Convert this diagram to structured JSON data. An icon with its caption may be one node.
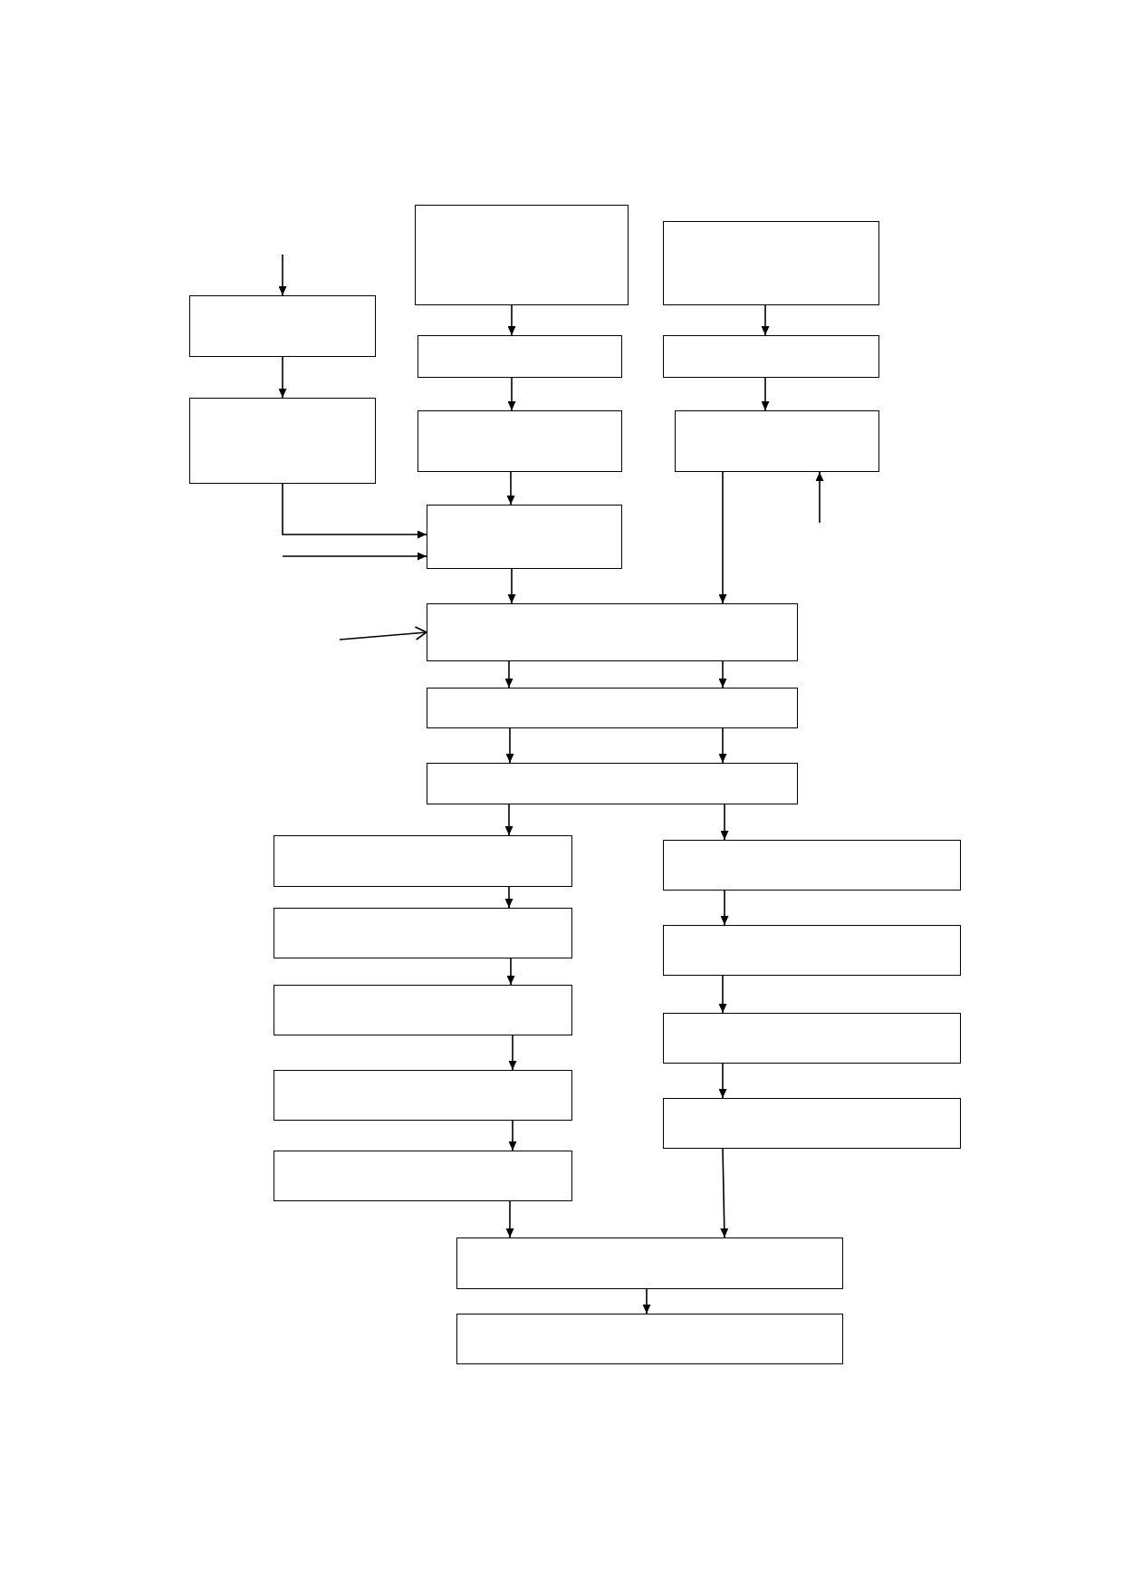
{
  "diagram": {
    "nodes": [
      {
        "text": [],
        "shape": "box"
      },
      {
        "text": [],
        "shape": "box"
      },
      {
        "text": [],
        "shape": "box"
      },
      {
        "text": [],
        "shape": "box"
      },
      {
        "text": [],
        "shape": "box"
      },
      {
        "text": [],
        "shape": "box"
      },
      {
        "text": [],
        "shape": "box"
      },
      {
        "text": [],
        "shape": "box"
      },
      {
        "text": [],
        "shape": "box"
      },
      {
        "text": [],
        "shape": "box"
      },
      {
        "text": [],
        "shape": "box"
      },
      {
        "text": [],
        "shape": "box"
      },
      {
        "text": [],
        "shape": "box"
      },
      {
        "text": [],
        "shape": "box"
      },
      {
        "text": [],
        "shape": "box"
      },
      {
        "text": [],
        "shape": "box"
      },
      {
        "text": [],
        "shape": "box"
      },
      {
        "text": [],
        "shape": "box"
      },
      {
        "text": [],
        "shape": "box"
      },
      {
        "text": [],
        "shape": "box"
      },
      {
        "text": [],
        "shape": "box"
      },
      {
        "text": [],
        "shape": "box"
      },
      {
        "text": [],
        "shape": "box"
      }
    ],
    "edges": [
      {
        "from": null,
        "to": 0,
        "arrow": "to"
      },
      {
        "from": 0,
        "to": 1,
        "arrow": "to"
      },
      {
        "from": 1,
        "to": 5,
        "arrow": "to"
      },
      {
        "from": null,
        "to": 5,
        "arrow": "to"
      },
      {
        "from": 2,
        "to": 3,
        "arrow": "to"
      },
      {
        "from": 3,
        "to": 4,
        "arrow": "to"
      },
      {
        "from": 4,
        "to": 5,
        "arrow": "to"
      },
      {
        "from": 6,
        "to": 7,
        "arrow": "to"
      },
      {
        "from": 7,
        "to": 8,
        "arrow": "to"
      },
      {
        "from": null,
        "to": 8,
        "arrow": "to"
      },
      {
        "from": 5,
        "to": 9,
        "arrow": "to"
      },
      {
        "from": 8,
        "to": 9,
        "arrow": "to"
      },
      {
        "from": null,
        "to": 9,
        "arrow": "to"
      },
      {
        "from": 9,
        "to": 10,
        "arrow": "to"
      },
      {
        "from": 9,
        "to": 10,
        "arrow": "to"
      },
      {
        "from": 10,
        "to": 11,
        "arrow": "to"
      },
      {
        "from": 10,
        "to": 11,
        "arrow": "to"
      },
      {
        "from": 11,
        "to": 12,
        "arrow": "to"
      },
      {
        "from": 11,
        "to": 17,
        "arrow": "to"
      },
      {
        "from": 12,
        "to": 13,
        "arrow": "to"
      },
      {
        "from": 13,
        "to": 14,
        "arrow": "to"
      },
      {
        "from": 14,
        "to": 15,
        "arrow": "to"
      },
      {
        "from": 15,
        "to": 16,
        "arrow": "to"
      },
      {
        "from": 16,
        "to": 21,
        "arrow": "to"
      },
      {
        "from": 17,
        "to": 18,
        "arrow": "to"
      },
      {
        "from": 18,
        "to": 19,
        "arrow": "to"
      },
      {
        "from": 19,
        "to": 20,
        "arrow": "to"
      },
      {
        "from": 20,
        "to": 21,
        "arrow": "to"
      },
      {
        "from": 21,
        "to": 22,
        "arrow": "to"
      }
    ]
  }
}
